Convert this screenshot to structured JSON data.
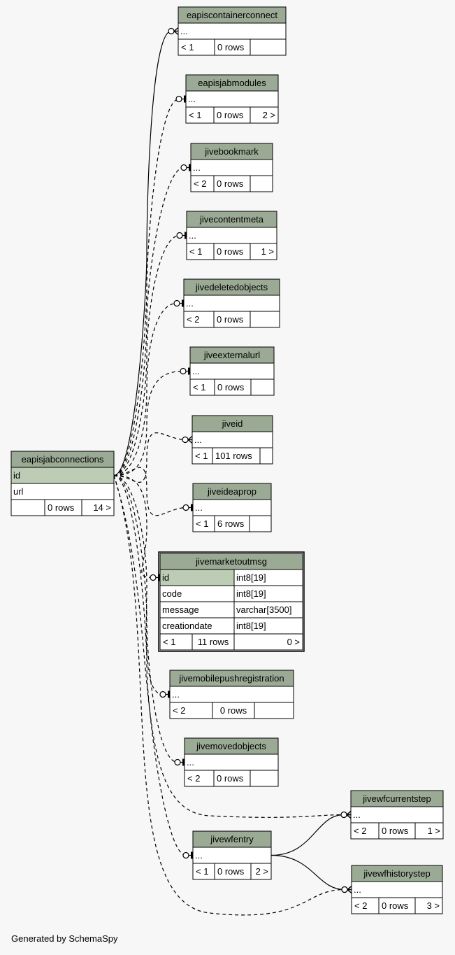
{
  "colors": {
    "background": "#f7f7f7",
    "header": "#9baa94",
    "key_row": "#bdcdb5",
    "body": "#ffffff",
    "line": "#000000"
  },
  "footer": "Generated by SchemaSpy",
  "tables": [
    {
      "id": "eapisjabconnections",
      "name": "eapisjabconnections",
      "columns": [
        {
          "name": "id",
          "key": true
        },
        {
          "name": "url"
        }
      ],
      "stats": [
        "",
        "0 rows",
        "14 >"
      ]
    },
    {
      "id": "eapiscontainerconnect",
      "name": "eapiscontainerconnect",
      "columns": [
        {
          "name": "..."
        }
      ],
      "stats": [
        "< 1",
        "0 rows",
        ""
      ]
    },
    {
      "id": "eapisjabmodules",
      "name": "eapisjabmodules",
      "columns": [
        {
          "name": "..."
        }
      ],
      "stats": [
        "< 1",
        "0 rows",
        "2 >"
      ]
    },
    {
      "id": "jivebookmark",
      "name": "jivebookmark",
      "columns": [
        {
          "name": "..."
        }
      ],
      "stats": [
        "< 2",
        "0 rows",
        ""
      ]
    },
    {
      "id": "jivecontentmeta",
      "name": "jivecontentmeta",
      "columns": [
        {
          "name": "..."
        }
      ],
      "stats": [
        "< 1",
        "0 rows",
        "1 >"
      ]
    },
    {
      "id": "jivedeletedobjects",
      "name": "jivedeletedobjects",
      "columns": [
        {
          "name": "..."
        }
      ],
      "stats": [
        "< 2",
        "0 rows",
        ""
      ]
    },
    {
      "id": "jiveexternalurl",
      "name": "jiveexternalurl",
      "columns": [
        {
          "name": "..."
        }
      ],
      "stats": [
        "< 1",
        "0 rows",
        ""
      ]
    },
    {
      "id": "jiveid",
      "name": "jiveid",
      "columns": [
        {
          "name": "..."
        }
      ],
      "stats": [
        "< 1",
        "101 rows",
        ""
      ]
    },
    {
      "id": "jiveideaprop",
      "name": "jiveideaprop",
      "columns": [
        {
          "name": "..."
        }
      ],
      "stats": [
        "< 1",
        "6 rows",
        ""
      ]
    },
    {
      "id": "jivemarketoutmsg",
      "name": "jivemarketoutmsg",
      "focus": true,
      "columns": [
        {
          "name": "id",
          "type": "int8[19]",
          "key": true
        },
        {
          "name": "code",
          "type": "int8[19]"
        },
        {
          "name": "message",
          "type": "varchar[3500]"
        },
        {
          "name": "creationdate",
          "type": "int8[19]"
        }
      ],
      "stats": [
        "< 1",
        "11 rows",
        "0 >"
      ]
    },
    {
      "id": "jivemobilepushregistration",
      "name": "jivemobilepushregistration",
      "columns": [
        {
          "name": "..."
        }
      ],
      "stats": [
        "< 2",
        "0 rows",
        ""
      ]
    },
    {
      "id": "jivemovedobjects",
      "name": "jivemovedobjects",
      "columns": [
        {
          "name": "..."
        }
      ],
      "stats": [
        "< 2",
        "0 rows",
        ""
      ]
    },
    {
      "id": "jivewfcurrentstep",
      "name": "jivewfcurrentstep",
      "columns": [
        {
          "name": "..."
        }
      ],
      "stats": [
        "< 2",
        "0 rows",
        "1 >"
      ]
    },
    {
      "id": "jivewfentry",
      "name": "jivewfentry",
      "columns": [
        {
          "name": "..."
        }
      ],
      "stats": [
        "< 1",
        "0 rows",
        "2 >"
      ]
    },
    {
      "id": "jivewfhistorystep",
      "name": "jivewfhistorystep",
      "columns": [
        {
          "name": "..."
        }
      ],
      "stats": [
        "< 2",
        "0 rows",
        "3 >"
      ]
    }
  ],
  "relationships": [
    {
      "from": "eapisjabconnections",
      "to": "eapiscontainerconnect",
      "style": "solid",
      "end": "many"
    },
    {
      "from": "eapisjabconnections",
      "to": "eapisjabmodules",
      "style": "dashed",
      "end": "one"
    },
    {
      "from": "eapisjabconnections",
      "to": "jivebookmark",
      "style": "dashed",
      "end": "one"
    },
    {
      "from": "eapisjabconnections",
      "to": "jivecontentmeta",
      "style": "dashed",
      "end": "one"
    },
    {
      "from": "eapisjabconnections",
      "to": "jivedeletedobjects",
      "style": "dashed",
      "end": "one"
    },
    {
      "from": "eapisjabconnections",
      "to": "jiveexternalurl",
      "style": "dashed",
      "end": "one"
    },
    {
      "from": "eapisjabconnections",
      "to": "jiveid",
      "style": "dashed",
      "end": "many"
    },
    {
      "from": "eapisjabconnections",
      "to": "jiveideaprop",
      "style": "dashed",
      "end": "one"
    },
    {
      "from": "eapisjabconnections",
      "to": "jivemarketoutmsg",
      "style": "dashed",
      "end": "one"
    },
    {
      "from": "eapisjabconnections",
      "to": "jivemobilepushregistration",
      "style": "dashed",
      "end": "one"
    },
    {
      "from": "eapisjabconnections",
      "to": "jivemovedobjects",
      "style": "dashed",
      "end": "one"
    },
    {
      "from": "eapisjabconnections",
      "to": "jivewfcurrentstep",
      "style": "dashed",
      "end": "many"
    },
    {
      "from": "eapisjabconnections",
      "to": "jivewfentry",
      "style": "dashed",
      "end": "one"
    },
    {
      "from": "eapisjabconnections",
      "to": "jivewfhistorystep",
      "style": "dashed",
      "end": "many"
    },
    {
      "from": "jivewfentry",
      "to": "jivewfcurrentstep",
      "style": "solid",
      "end": "many"
    },
    {
      "from": "jivewfentry",
      "to": "jivewfhistorystep",
      "style": "solid",
      "end": "many"
    }
  ]
}
